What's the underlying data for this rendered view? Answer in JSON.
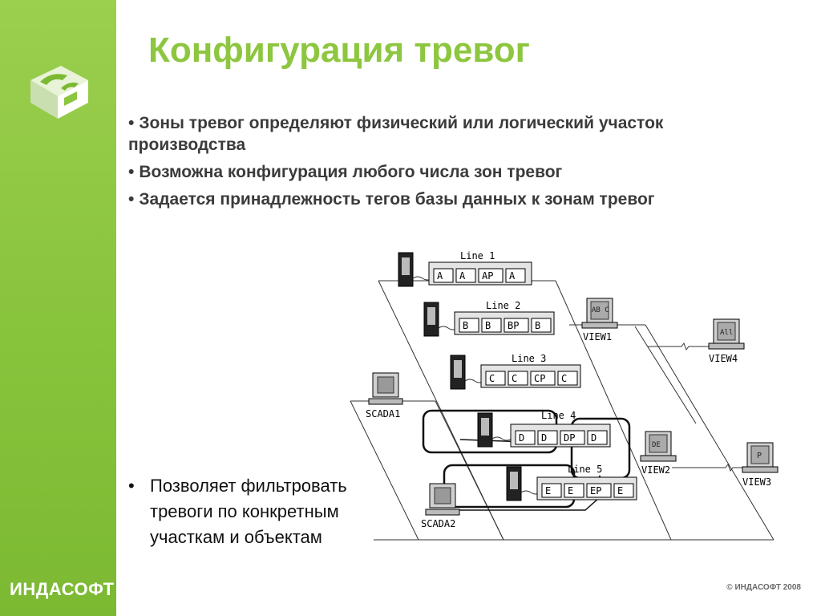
{
  "slide": {
    "title": "Конфигурация тревог",
    "bullets": [
      "Зоны тревог определяют физический или логический участок производства",
      "Возможна конфигурация любого числа зон тревог",
      "Задается принадлежность тегов базы данных к зонам тревог"
    ],
    "filter_text": "Позволяет фильтровать тревоги по конкретным участкам и объектам",
    "bullet_glyph": "•",
    "brand": "ИНДАСОФТ",
    "copyright": "© ИНДАСОФТ 2008"
  },
  "diagram": {
    "lines": [
      {
        "label": "Line 1",
        "cells": [
          "A",
          "A",
          "AP",
          "A"
        ]
      },
      {
        "label": "Line 2",
        "cells": [
          "B",
          "B",
          "BP",
          "B"
        ]
      },
      {
        "label": "Line 3",
        "cells": [
          "C",
          "C",
          "CP",
          "C"
        ]
      },
      {
        "label": "Line 4",
        "cells": [
          "D",
          "D",
          "DP",
          "D"
        ]
      },
      {
        "label": "Line 5",
        "cells": [
          "E",
          "E",
          "EP",
          "E"
        ]
      }
    ],
    "stations": [
      {
        "label": "SCADA1",
        "screen": ""
      },
      {
        "label": "SCADA2",
        "screen": ""
      },
      {
        "label": "VIEW1",
        "screen": "AB C"
      },
      {
        "label": "VIEW2",
        "screen": "DE"
      },
      {
        "label": "VIEW3",
        "screen": "P"
      },
      {
        "label": "VIEW4",
        "screen": "All"
      }
    ]
  },
  "colors": {
    "sidebar": "#8cc63f",
    "title": "#8dc63f",
    "bullet_text": "#3b3b3b"
  }
}
